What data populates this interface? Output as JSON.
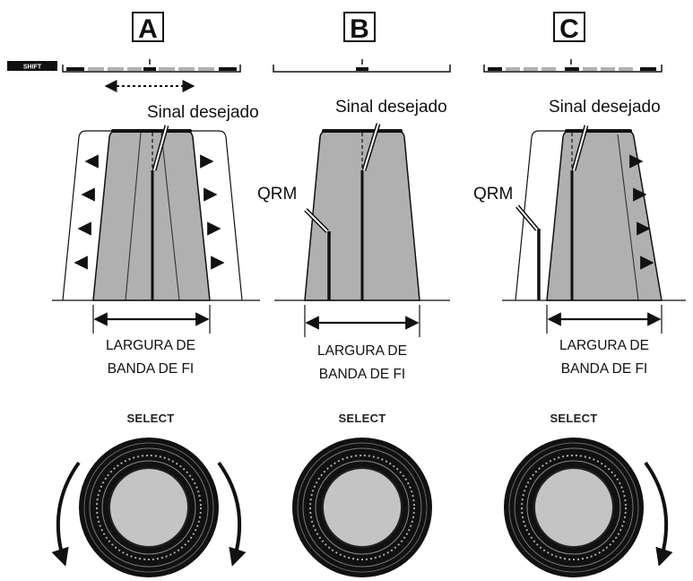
{
  "shift_tag": "SHIFT",
  "select_label": "SELECT",
  "colors": {
    "band_fill": "#b5b5b5",
    "band_dark": "#9a9a9a",
    "ink": "#111111",
    "knob_center": "#c4c4c4",
    "scale_gray": "#b0b0b0"
  },
  "panels": [
    {
      "id": "A",
      "letter": "A",
      "signal_label": "Sinal desejado",
      "qrm_label": "",
      "caption_line1": "LARGURA DE",
      "caption_line2": "BANDA DE FI",
      "knob_rotation": "both"
    },
    {
      "id": "B",
      "letter": "B",
      "signal_label": "Sinal desejado",
      "qrm_label": "QRM",
      "caption_line1": "LARGURA DE",
      "caption_line2": "BANDA DE FI",
      "knob_rotation": "none"
    },
    {
      "id": "C",
      "letter": "C",
      "signal_label": "Sinal desejado",
      "qrm_label": "QRM",
      "caption_line1": "LARGURA DE",
      "caption_line2": "BANDA DE FI",
      "knob_rotation": "clockwise"
    }
  ]
}
